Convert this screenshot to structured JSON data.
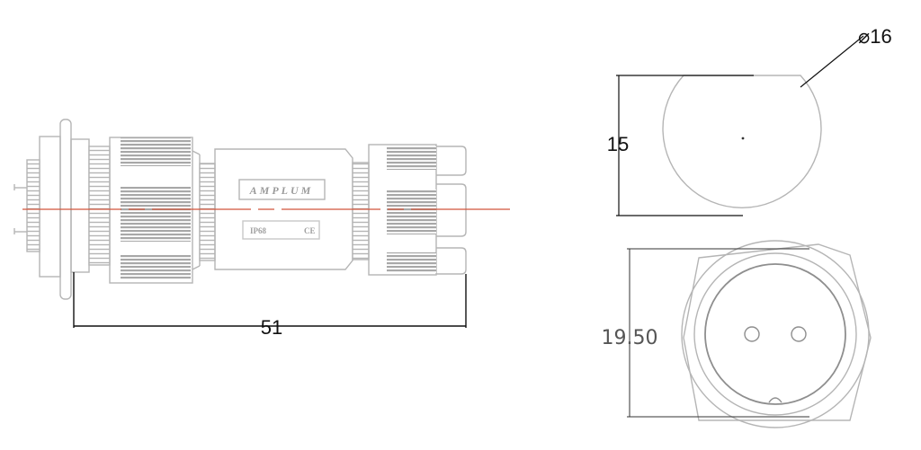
{
  "drawing": {
    "side_view": {
      "brand_text": "AMPLUM",
      "rating_text": "IP68",
      "cert_text": "CE",
      "length_dimension": "51"
    },
    "end_view": {
      "diameter_dimension": "⌀16",
      "height_dimension": "15"
    },
    "face_view": {
      "across_flats_dimension": "19.50",
      "pin_count": 2
    },
    "colors": {
      "outline": "#b5b5b5",
      "knurl": "#a8a8a8",
      "dimension_line": "#111111",
      "center_line": "#d2553a"
    }
  }
}
